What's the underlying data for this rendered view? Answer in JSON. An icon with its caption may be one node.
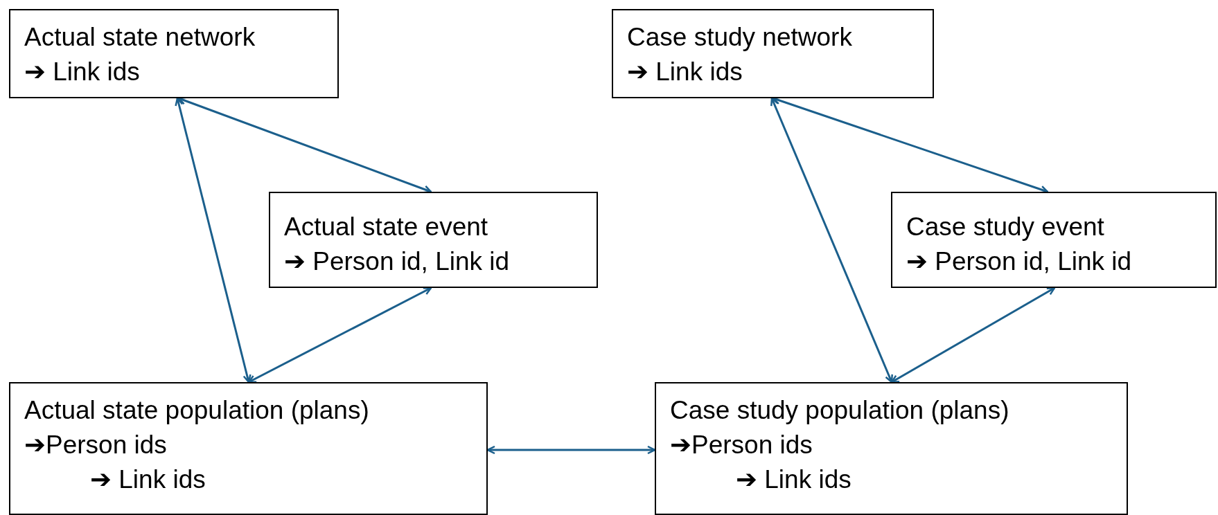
{
  "diagram": {
    "nodes": [
      {
        "text": [
          "Actual state network",
          "➔ Link ids"
        ]
      },
      {
        "text": [
          "Actual state event",
          "➔ Person id, Link id"
        ]
      },
      {
        "text": [
          "Actual state population (plans)",
          "➔Person ids",
          "➔ Link ids"
        ]
      },
      {
        "text": [
          "Case study network",
          "➔ Link ids"
        ]
      },
      {
        "text": [
          "Case study event",
          "➔ Person id, Link id"
        ]
      },
      {
        "text": [
          "Case study population (plans)",
          "➔Person ids",
          "➔ Link ids"
        ]
      }
    ],
    "edges": [
      {
        "from": 0,
        "to": 1,
        "arrow": "both"
      },
      {
        "from": 0,
        "to": 2,
        "arrow": "both"
      },
      {
        "from": 1,
        "to": 2,
        "arrow": "both"
      },
      {
        "from": 3,
        "to": 4,
        "arrow": "both"
      },
      {
        "from": 3,
        "to": 5,
        "arrow": "both"
      },
      {
        "from": 4,
        "to": 5,
        "arrow": "both"
      },
      {
        "from": 2,
        "to": 5,
        "arrow": "both"
      }
    ]
  }
}
